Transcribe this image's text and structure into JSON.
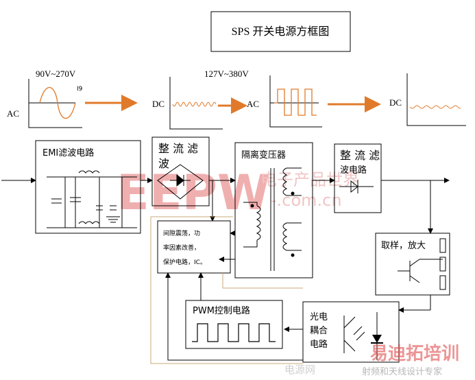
{
  "title": "SPS 开关电源方框图",
  "waveforms": {
    "input_range": "90V~270V",
    "input_ac": "AC",
    "input_mark": "I9",
    "dc1": "DC",
    "mid_range": "127V~380V",
    "ac2": "AC",
    "dc2": "DC"
  },
  "blocks": {
    "emi_filter": "EMI滤波电路",
    "rectifier_line1": "整 流 滤",
    "rectifier_line2": "波",
    "transformer": "隔离变压器",
    "output_rect_line1": "整 流 滤",
    "output_rect_line2": "波电路",
    "sampling": "取样，放大",
    "protection_line1": "间隙震荡，功",
    "protection_line2": "率因素改善，",
    "protection_line3": "保护电路，IC。",
    "pwm": "PWM控制电路",
    "optocoupler_line1": "光电",
    "optocoupler_line2": "耦合",
    "optocoupler_line3": "电路"
  },
  "watermarks": {
    "eepw_logo": "EEPW",
    "eepw_cn": "电子产品世界",
    "eepw_url": "-.com.cn",
    "bottom_left": "电源网",
    "bottom_right_1": "易迪拓培训",
    "bottom_right_2": "射频和天线设计专家"
  },
  "colors": {
    "arrow_orange": "#e07a2a",
    "wave_orange": "#e07a2a",
    "feedback_tan": "#c8a878",
    "watermark_red": "#e05050",
    "watermark_gray": "#b0b0b0",
    "line": "#000000"
  }
}
